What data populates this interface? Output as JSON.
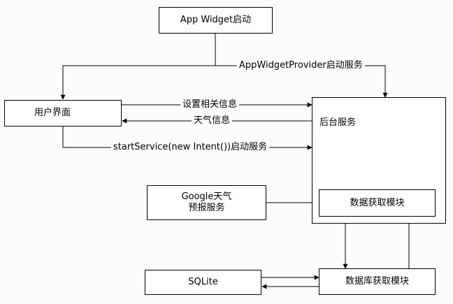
{
  "nodes": {
    "app_widget_start": "App Widget启动",
    "user_interface": "用户界面",
    "background_service": "后台服务",
    "google_weather_line1": "Google天气",
    "google_weather_line2": "预报服务",
    "data_fetch_module": "数据获取模块",
    "sqlite": "SQLite",
    "db_fetch_module": "数据库获取模块"
  },
  "edges": {
    "provider_start_service": "AppWidgetProvider启动服务",
    "set_info": "设置相关信息",
    "weather_info": "天气信息",
    "start_service_call": "startService(new Intent())启动服务"
  },
  "colors": {
    "line": "#000000",
    "box_fill": "#ffffff",
    "background": "#fcfcfa"
  }
}
